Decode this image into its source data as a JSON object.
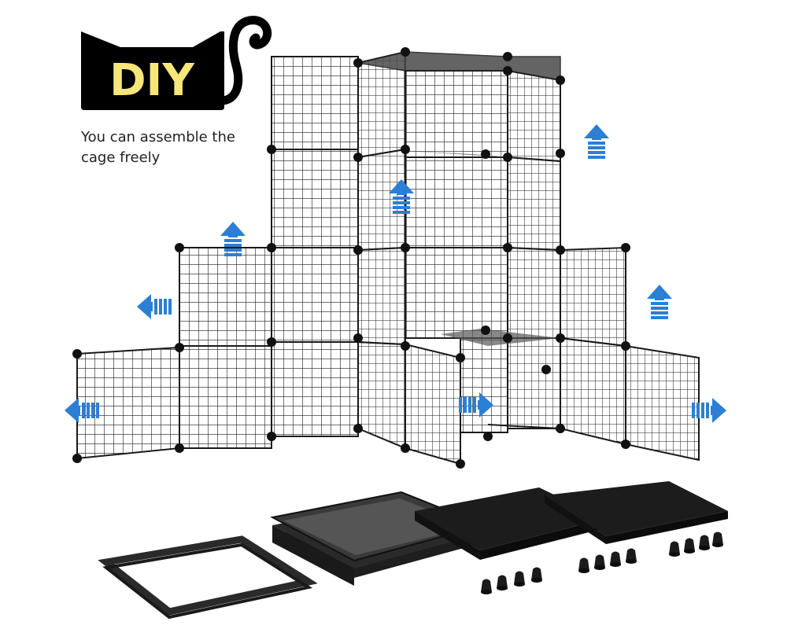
{
  "logo": {
    "text": "DIY",
    "text_color": "#f7e67a",
    "badge_color": "#000000"
  },
  "caption": {
    "line1": "You can assemble the",
    "line2": "cage freely"
  },
  "colors": {
    "arrow": "#2b7fd4",
    "wire": "#1a1a1a",
    "connector": "#111111",
    "shelf": "#4a4a4a",
    "background": "#ffffff"
  },
  "scene": {
    "subject": "modular wire pet cage assembly",
    "arrows": [
      {
        "direction": "up",
        "label": "top-right-expand-arrow"
      },
      {
        "direction": "up",
        "label": "center-expand-arrow"
      },
      {
        "direction": "up",
        "label": "left-upper-expand-arrow"
      },
      {
        "direction": "left",
        "label": "left-middle-expand-arrow"
      },
      {
        "direction": "left",
        "label": "left-lower-expand-arrow"
      },
      {
        "direction": "up",
        "label": "right-middle-expand-arrow"
      },
      {
        "direction": "right",
        "label": "center-door-expand-arrow"
      },
      {
        "direction": "right",
        "label": "right-lower-expand-arrow"
      }
    ],
    "accessories": [
      "frame-rings-stack",
      "shelf-panels-stack",
      "grid-base-panel",
      "grid-base-panel",
      "connector-set",
      "connector-set",
      "connector-set"
    ]
  }
}
